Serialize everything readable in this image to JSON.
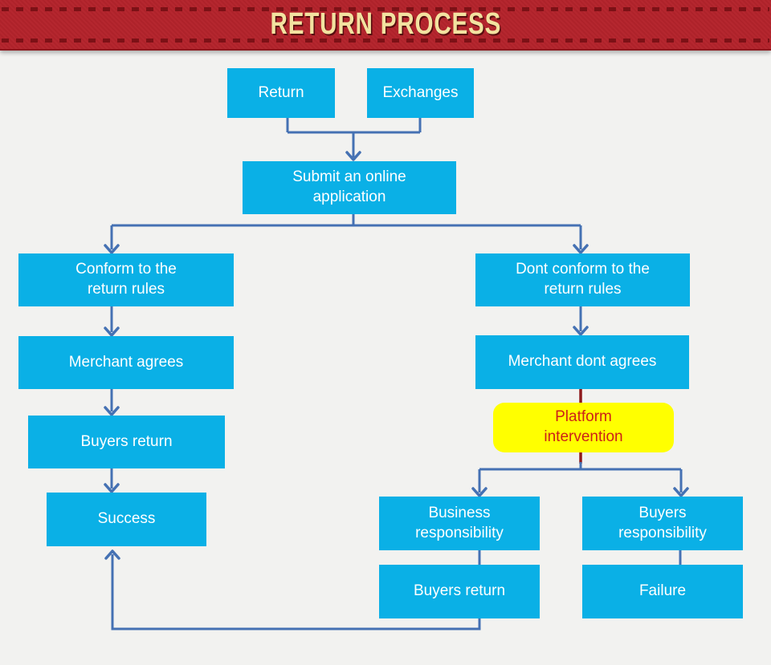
{
  "header": {
    "title": "RETURN PROCESS"
  },
  "colors": {
    "banner_red": "#b4232b",
    "banner_dash": "#7c1116",
    "title_cream": "#f2e2a0",
    "node_cyan": "#0ab0e6",
    "node_text": "#ffffff",
    "line_blue": "#4571b3",
    "line_red": "#8e1a1c",
    "highlight_yellow": "#ffff00",
    "highlight_text_red": "#cc2018",
    "page_bg": "#f2f2f0"
  },
  "flowchart": {
    "nodes": {
      "return": "Return",
      "exchanges": "Exchanges",
      "submit_application": "Submit an online\napplication",
      "conform_rules": "Conform to the\nreturn rules",
      "dont_conform_rules": "Dont conform to the\nreturn rules",
      "merchant_agrees": "Merchant agrees",
      "merchant_dont_agrees": "Merchant dont agrees",
      "buyers_return_left": "Buyers return",
      "platform_intervention": "Platform\nintervention",
      "success": "Success",
      "business_responsibility": "Business\nresponsibility",
      "buyers_responsibility": "Buyers\nresponsibility",
      "buyers_return_right": "Buyers return",
      "failure": "Failure"
    }
  }
}
